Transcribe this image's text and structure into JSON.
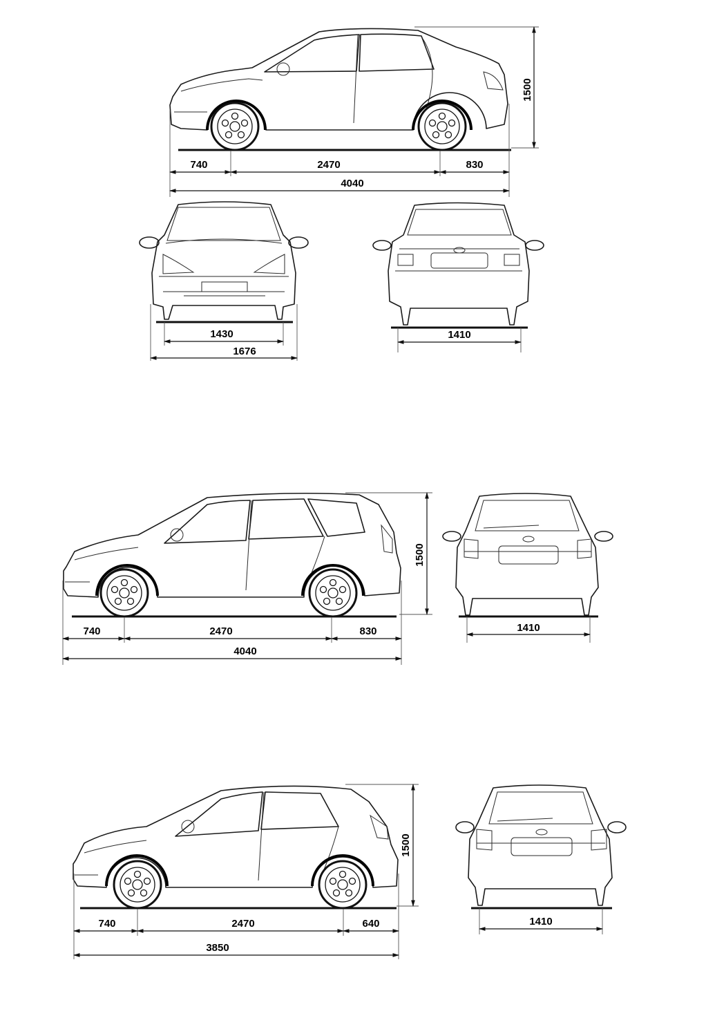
{
  "sedan": {
    "side": {
      "front_overhang": "740",
      "wheelbase": "2470",
      "rear_overhang": "830",
      "length": "4040",
      "height": "1500"
    },
    "front": {
      "track": "1430",
      "width": "1676"
    },
    "rear": {
      "track": "1410"
    }
  },
  "wagon": {
    "side": {
      "front_overhang": "740",
      "wheelbase": "2470",
      "rear_overhang": "830",
      "length": "4040",
      "height": "1500"
    },
    "rear": {
      "track": "1410"
    }
  },
  "hatchback": {
    "side": {
      "front_overhang": "740",
      "wheelbase": "2470",
      "rear_overhang": "640",
      "length": "3850",
      "height": "1500"
    },
    "rear": {
      "track": "1410"
    }
  }
}
